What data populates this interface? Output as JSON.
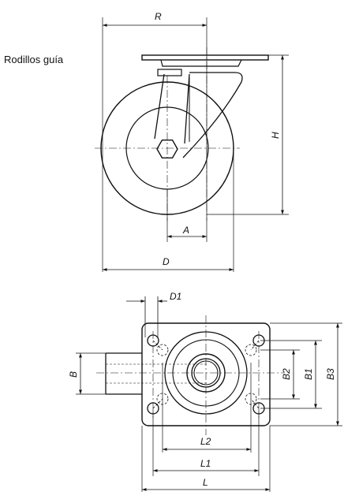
{
  "caption": "Rodillos guía",
  "dimensions": {
    "R": "R",
    "H": "H",
    "A": "A",
    "D": "D",
    "D1": "D1",
    "B": "B",
    "B1": "B1",
    "B2": "B2",
    "B3": "B3",
    "L": "L",
    "L1": "L1",
    "L2": "L2"
  }
}
